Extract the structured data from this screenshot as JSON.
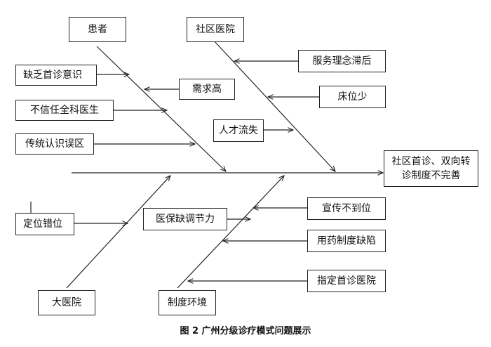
{
  "diagram": {
    "effect": "社区首诊、双向转诊制度不完善",
    "categories": {
      "top_left": "患者",
      "top_right": "社区医院",
      "bottom_left": "大医院",
      "bottom_right": "制度环境"
    },
    "causes": {
      "patient_1": "缺乏首诊意识",
      "patient_2": "需求高",
      "patient_3": "不信任全科医生",
      "patient_4": "传统认识误区",
      "community_1": "服务理念滞后",
      "community_2": "床位少",
      "community_3": "人才流失",
      "hospital_1": "定位错位",
      "hospital_2": "医保缺调节力",
      "policy_1": "宣传不到位",
      "policy_2": "用药制度缺陷",
      "policy_3": "指定首诊医院"
    },
    "caption": "图 2   广州分级诊疗模式问题展示"
  },
  "colors": {
    "line": "#222222",
    "box_border": "#222222"
  }
}
